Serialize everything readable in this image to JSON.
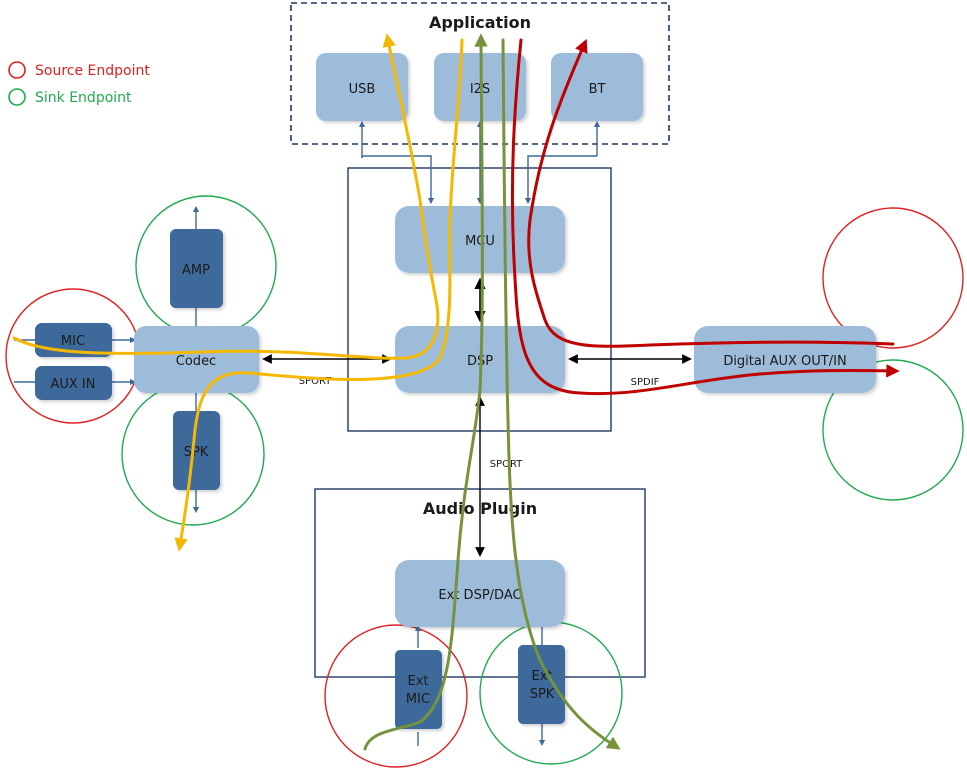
{
  "legend": {
    "source": {
      "label": "Source Endpoint",
      "color": "#e02020"
    },
    "sink": {
      "label": "Sink Endpoint",
      "color": "#1faa50"
    }
  },
  "groups": {
    "application": "Application",
    "audio_plugin": "Audio Plugin"
  },
  "blocks": {
    "usb": "USB",
    "i2s": "I2S",
    "bt": "BT",
    "mcu": "MCU",
    "dsp": "DSP",
    "codec": "Codec",
    "mic": "MIC",
    "aux_in": "AUX IN",
    "amp": "AMP",
    "spk": "SPK",
    "digital_aux": "Digital AUX OUT/IN",
    "ext_dsp_dac": "Ext DSP/DAC",
    "ext_mic_line1": "Ext",
    "ext_mic_line2": "MIC",
    "ext_spk_line1": "Ext",
    "ext_spk_line2": "SPK"
  },
  "links": {
    "codec_dsp": "SPORT",
    "dsp_digital_aux": "SPDIF",
    "dsp_ext": "SPORT"
  },
  "colors": {
    "light_block": "#9dbcd9",
    "dark_block": "#3c6a9b",
    "frame": "#1f3864",
    "connector": "#3c6a9b",
    "path_yellow": "#f5b800",
    "path_green": "#76933c",
    "path_red": "#c00000"
  }
}
